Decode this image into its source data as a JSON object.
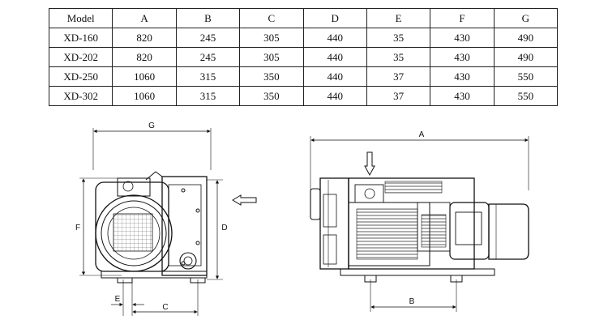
{
  "table": {
    "headers": [
      "Model",
      "A",
      "B",
      "C",
      "D",
      "E",
      "F",
      "G"
    ],
    "rows": [
      [
        "XD-160",
        "820",
        "245",
        "305",
        "440",
        "35",
        "430",
        "490"
      ],
      [
        "XD-202",
        "820",
        "245",
        "305",
        "440",
        "35",
        "430",
        "490"
      ],
      [
        "XD-250",
        "1060",
        "315",
        "350",
        "440",
        "37",
        "430",
        "550"
      ],
      [
        "XD-302",
        "1060",
        "315",
        "350",
        "440",
        "37",
        "430",
        "550"
      ]
    ]
  },
  "drawing": {
    "labels": {
      "A": "A",
      "B": "B",
      "C": "C",
      "D": "D",
      "E": "E",
      "F": "F",
      "G": "G"
    }
  }
}
